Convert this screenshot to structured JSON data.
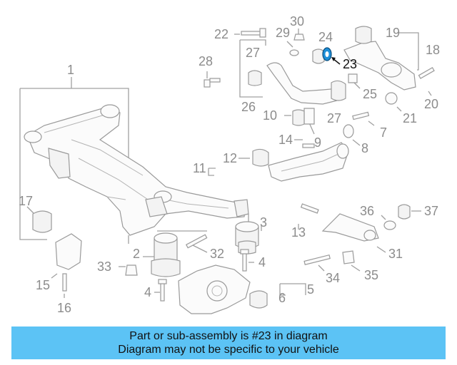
{
  "diagram": {
    "labels": {
      "l1": "1",
      "l2": "2",
      "l3": "3",
      "l4a": "4",
      "l4b": "4",
      "l5": "5",
      "l6": "6",
      "l7": "7",
      "l8": "8",
      "l9": "9",
      "l10": "10",
      "l11": "11",
      "l12": "12",
      "l13": "13",
      "l14": "14",
      "l15": "15",
      "l16": "16",
      "l17": "17",
      "l18": "18",
      "l19": "19",
      "l20": "20",
      "l21": "21",
      "l22": "22",
      "l23": "23",
      "l24": "24",
      "l25": "25",
      "l26": "26",
      "l27a": "27",
      "l27b": "27",
      "l28": "28",
      "l29": "29",
      "l30": "30",
      "l31": "31",
      "l32": "32",
      "l33": "33",
      "l34": "34",
      "l35": "35",
      "l36": "36",
      "l37": "37"
    },
    "highlight": {
      "part_number": "23",
      "color": "#1e8fd8"
    }
  },
  "banner": {
    "line1": "Part or sub-assembly is #23 in diagram",
    "line2": "Diagram may not be specific to your vehicle",
    "color": "#5cc3f5"
  }
}
